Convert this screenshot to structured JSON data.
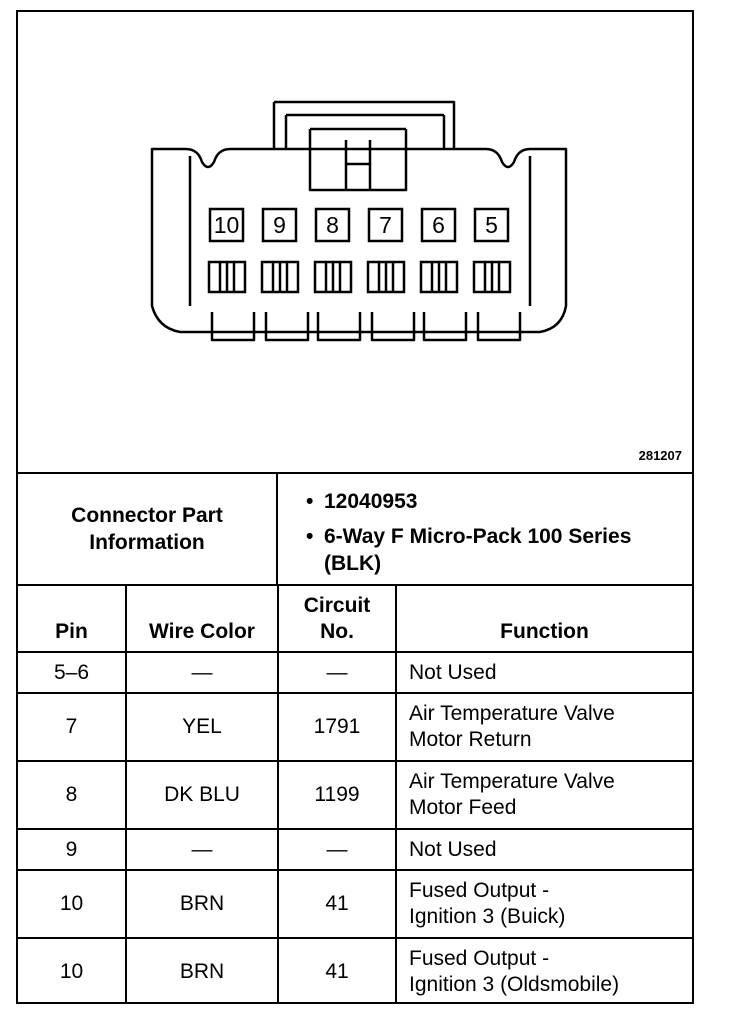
{
  "diagram": {
    "reference_number": "281207",
    "terminal_numbers": [
      "10",
      "9",
      "8",
      "7",
      "6",
      "5"
    ]
  },
  "connector_info": {
    "label": "Connector Part Information",
    "items": [
      "12040953",
      "6-Way F Micro-Pack 100 Series (BLK)"
    ]
  },
  "table": {
    "headers": {
      "pin": "Pin",
      "wire_color": "Wire Color",
      "circuit": "Circuit\nNo.",
      "function": "Function"
    },
    "rows": [
      {
        "pin": "5–6",
        "wire_color": "—",
        "circuit": "—",
        "function": "Not Used"
      },
      {
        "pin": "7",
        "wire_color": "YEL",
        "circuit": "1791",
        "function": "Air Temperature Valve\nMotor Return"
      },
      {
        "pin": "8",
        "wire_color": "DK BLU",
        "circuit": "1199",
        "function": "Air Temperature Valve\nMotor Feed"
      },
      {
        "pin": "9",
        "wire_color": "—",
        "circuit": "—",
        "function": "Not Used"
      },
      {
        "pin": "10",
        "wire_color": "BRN",
        "circuit": "41",
        "function": "Fused Output -\nIgnition 3 (Buick)"
      },
      {
        "pin": "10",
        "wire_color": "BRN",
        "circuit": "41",
        "function": "Fused Output -\nIgnition 3 (Oldsmobile)"
      }
    ]
  }
}
